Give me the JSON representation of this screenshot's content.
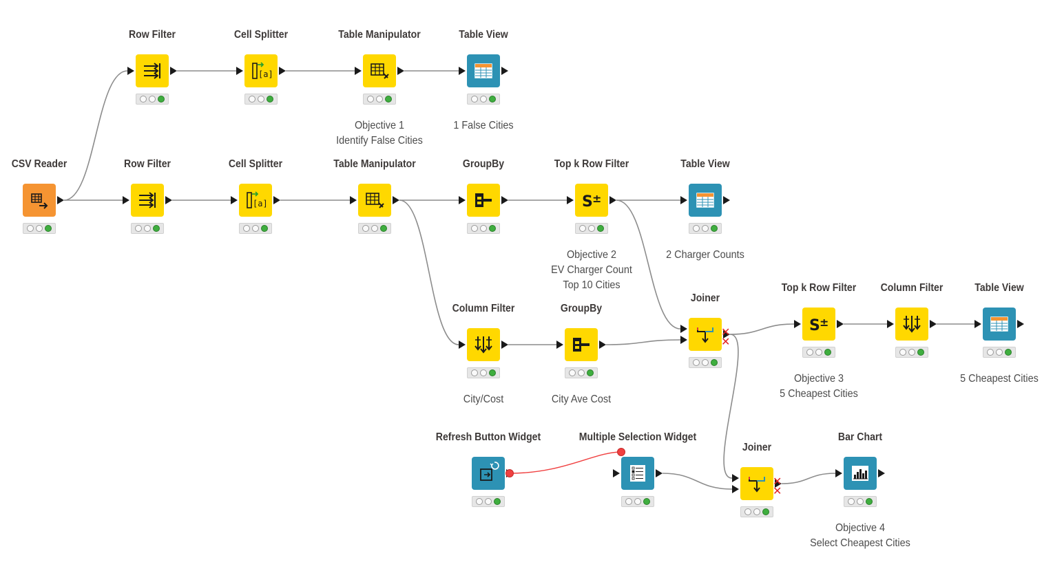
{
  "colors": {
    "manipulator": "#ffd800",
    "source": "#f59432",
    "view": "#2d92b4",
    "widget": "#2d92b4",
    "connection": "#8c8c8c",
    "flow_variable": "#f04040",
    "status_ok": "#3fae3f",
    "status_off": "#fafafa"
  },
  "nodes": [
    {
      "id": "csv-reader",
      "title": "CSV Reader",
      "category": "source",
      "icon": "csv-reader-icon",
      "status": "executed",
      "annotation": []
    },
    {
      "id": "row-filter-1",
      "title": "Row Filter",
      "category": "manipulator",
      "icon": "row-filter-icon",
      "status": "executed",
      "annotation": []
    },
    {
      "id": "cell-splitter-1",
      "title": "Cell Splitter",
      "category": "manipulator",
      "icon": "cell-splitter-icon",
      "status": "executed",
      "annotation": []
    },
    {
      "id": "table-manipulator-1",
      "title": "Table Manipulator",
      "category": "manipulator",
      "icon": "table-manipulator-icon",
      "status": "executed",
      "annotation": [
        "Objective 1",
        "Identify False Cities"
      ]
    },
    {
      "id": "table-view-1",
      "title": "Table View",
      "category": "view",
      "icon": "table-view-icon",
      "status": "executed",
      "annotation": [
        "1 False Cities"
      ]
    },
    {
      "id": "row-filter-2",
      "title": "Row Filter",
      "category": "manipulator",
      "icon": "row-filter-icon",
      "status": "executed",
      "annotation": []
    },
    {
      "id": "cell-splitter-2",
      "title": "Cell Splitter",
      "category": "manipulator",
      "icon": "cell-splitter-icon",
      "status": "executed",
      "annotation": []
    },
    {
      "id": "table-manipulator-2",
      "title": "Table Manipulator",
      "category": "manipulator",
      "icon": "table-manipulator-icon",
      "status": "executed",
      "annotation": []
    },
    {
      "id": "groupby-1",
      "title": "GroupBy",
      "category": "manipulator",
      "icon": "groupby-icon",
      "status": "executed",
      "annotation": []
    },
    {
      "id": "topk-1",
      "title": "Top k Row Filter",
      "category": "manipulator",
      "icon": "top-k-row-filter-icon",
      "status": "executed",
      "annotation": [
        "Objective 2",
        "EV Charger Count",
        "Top 10 Cities"
      ]
    },
    {
      "id": "table-view-2",
      "title": "Table View",
      "category": "view",
      "icon": "table-view-icon",
      "status": "executed",
      "annotation": [
        "2 Charger Counts"
      ]
    },
    {
      "id": "column-filter-1",
      "title": "Column Filter",
      "category": "manipulator",
      "icon": "column-filter-icon",
      "status": "executed",
      "annotation": [
        "City/Cost"
      ]
    },
    {
      "id": "groupby-2",
      "title": "GroupBy",
      "category": "manipulator",
      "icon": "groupby-icon",
      "status": "executed",
      "annotation": [
        "City Ave Cost"
      ]
    },
    {
      "id": "joiner-1",
      "title": "Joiner",
      "category": "manipulator",
      "icon": "joiner-icon",
      "status": "executed",
      "annotation": []
    },
    {
      "id": "topk-2",
      "title": "Top k Row Filter",
      "category": "manipulator",
      "icon": "top-k-row-filter-icon",
      "status": "executed",
      "annotation": [
        "Objective 3",
        "5 Cheapest Cities"
      ]
    },
    {
      "id": "column-filter-2",
      "title": "Column Filter",
      "category": "manipulator",
      "icon": "column-filter-icon",
      "status": "executed",
      "annotation": []
    },
    {
      "id": "table-view-3",
      "title": "Table View",
      "category": "view",
      "icon": "table-view-icon",
      "status": "executed",
      "annotation": [
        "5 Cheapest Cities"
      ]
    },
    {
      "id": "refresh-widget",
      "title": "Refresh Button Widget",
      "category": "widget",
      "icon": "refresh-button-widget-icon",
      "status": "executed",
      "annotation": []
    },
    {
      "id": "multi-selection-widget",
      "title": "Multiple Selection Widget",
      "category": "widget",
      "icon": "multiple-selection-widget-icon",
      "status": "executed",
      "annotation": []
    },
    {
      "id": "joiner-2",
      "title": "Joiner",
      "category": "manipulator",
      "icon": "joiner-icon",
      "status": "executed",
      "annotation": []
    },
    {
      "id": "bar-chart",
      "title": "Bar Chart",
      "category": "view",
      "icon": "bar-chart-icon",
      "status": "executed",
      "annotation": [
        "Objective 4",
        "Select Cheapest Cities"
      ]
    }
  ],
  "connections": [
    {
      "from": "csv-reader",
      "to": "row-filter-1",
      "type": "data"
    },
    {
      "from": "row-filter-1",
      "to": "cell-splitter-1",
      "type": "data"
    },
    {
      "from": "cell-splitter-1",
      "to": "table-manipulator-1",
      "type": "data"
    },
    {
      "from": "table-manipulator-1",
      "to": "table-view-1",
      "type": "data"
    },
    {
      "from": "csv-reader",
      "to": "row-filter-2",
      "type": "data"
    },
    {
      "from": "row-filter-2",
      "to": "cell-splitter-2",
      "type": "data"
    },
    {
      "from": "cell-splitter-2",
      "to": "table-manipulator-2",
      "type": "data"
    },
    {
      "from": "table-manipulator-2",
      "to": "groupby-1",
      "type": "data"
    },
    {
      "from": "groupby-1",
      "to": "topk-1",
      "type": "data"
    },
    {
      "from": "topk-1",
      "to": "table-view-2",
      "type": "data"
    },
    {
      "from": "table-manipulator-2",
      "to": "column-filter-1",
      "type": "data"
    },
    {
      "from": "column-filter-1",
      "to": "groupby-2",
      "type": "data"
    },
    {
      "from": "topk-1",
      "to": "joiner-1",
      "type": "data"
    },
    {
      "from": "groupby-2",
      "to": "joiner-1",
      "type": "data"
    },
    {
      "from": "joiner-1",
      "to": "topk-2",
      "type": "data"
    },
    {
      "from": "topk-2",
      "to": "column-filter-2",
      "type": "data"
    },
    {
      "from": "column-filter-2",
      "to": "table-view-3",
      "type": "data"
    },
    {
      "from": "joiner-1",
      "to": "joiner-2",
      "type": "data"
    },
    {
      "from": "multi-selection-widget",
      "to": "joiner-2",
      "type": "data"
    },
    {
      "from": "joiner-2",
      "to": "bar-chart",
      "type": "data"
    },
    {
      "from": "refresh-widget",
      "to": "multi-selection-widget",
      "type": "flow-variable"
    }
  ]
}
